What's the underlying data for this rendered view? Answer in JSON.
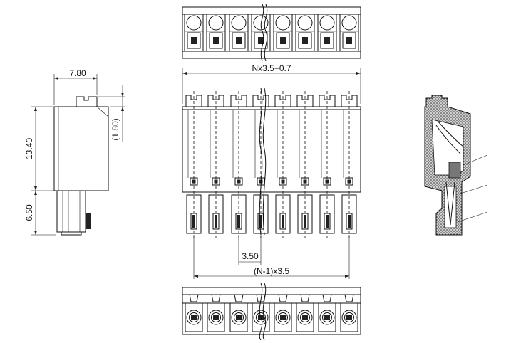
{
  "dimensions": {
    "width_top": "7.80",
    "cap_height": "(1.80)",
    "body_height": "13.40",
    "pin_height": "6.50",
    "total_length": "Nx3.5+0.7",
    "pitch": "3.50",
    "pin_span": "(N-1)x3.5"
  },
  "colors": {
    "line": "#111111",
    "background": "#ffffff",
    "hatch_fill": "#8a8a8a"
  }
}
